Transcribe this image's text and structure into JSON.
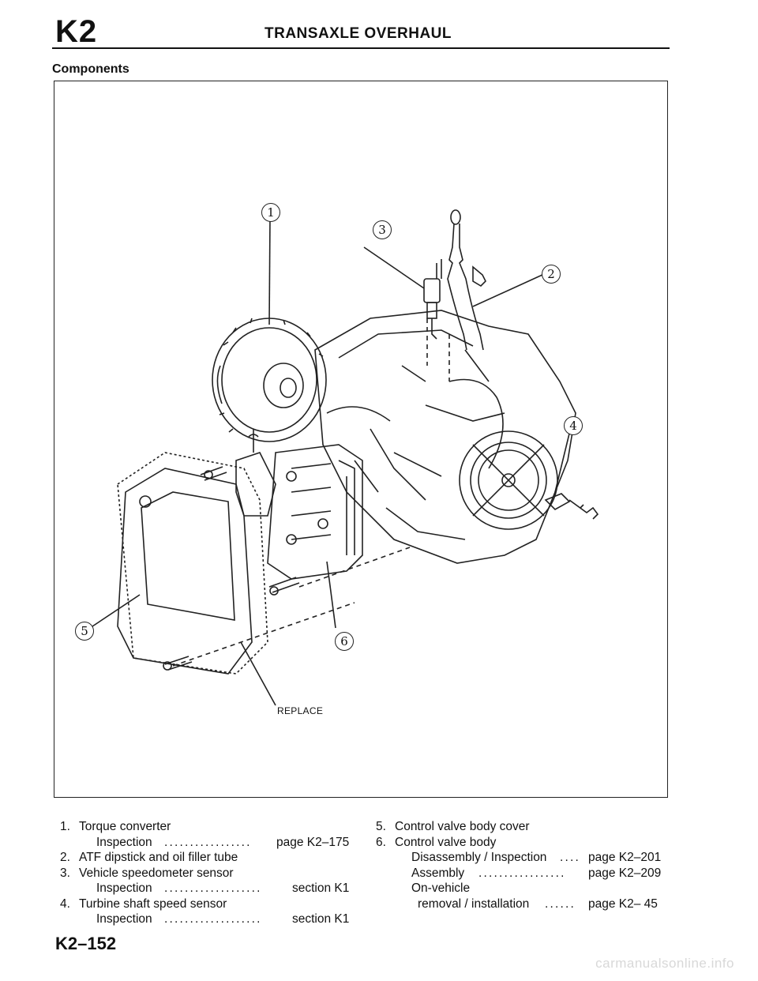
{
  "header": {
    "code": "K2",
    "title": "TRANSAXLE OVERHAUL"
  },
  "section_heading": "Components",
  "figure": {
    "callouts": [
      "1",
      "2",
      "3",
      "4",
      "5",
      "6"
    ],
    "replace_label": "REPLACE"
  },
  "legend": {
    "left": [
      {
        "num": "1.",
        "text": "Torque converter"
      },
      {
        "sub": "Inspection",
        "dots": ".................",
        "ref": "page K2–175"
      },
      {
        "num": "2.",
        "text": "ATF dipstick and oil filler tube"
      },
      {
        "num": "3.",
        "text": "Vehicle speedometer sensor"
      },
      {
        "sub": "Inspection",
        "dots": "...................",
        "ref": "section K1"
      },
      {
        "num": "4.",
        "text": "Turbine shaft speed sensor"
      },
      {
        "sub": "Inspection",
        "dots": "...................",
        "ref": "section K1"
      }
    ],
    "right": [
      {
        "num": "5.",
        "text": "Control valve body cover"
      },
      {
        "num": "6.",
        "text": "Control valve body"
      },
      {
        "sub": "Disassembly / Inspection",
        "dots": "....",
        "ref": "page K2–201"
      },
      {
        "sub": "Assembly",
        "dots": ".................",
        "ref": "page K2–209"
      },
      {
        "sub": "On-vehicle",
        "dots": "",
        "ref": ""
      },
      {
        "sub": "removal / installation",
        "dots": "......",
        "ref": "page K2– 45"
      }
    ]
  },
  "footer": {
    "page_number": "K2–152",
    "watermark": "carmanualsonline.info"
  }
}
